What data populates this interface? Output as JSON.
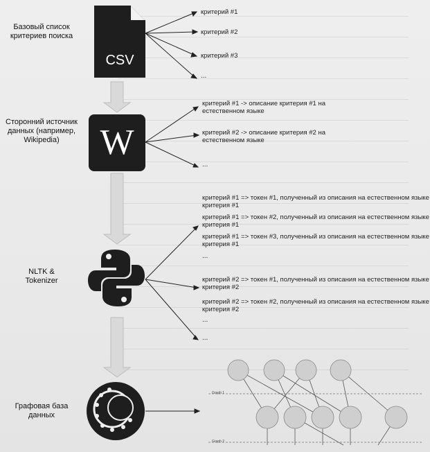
{
  "labels": {
    "csv": "Базовый список критериев поиска",
    "wiki": "Сторонний источник данных (например, Wikipedia)",
    "nltk": "NLTK & Tokenizer",
    "graph": "Графовая база данных"
  },
  "icons": {
    "csv_text": "CSV",
    "wiki_text": "W"
  },
  "csv_items": [
    "критерий #1",
    "критерий #2",
    "критерий #3",
    "..."
  ],
  "wiki_items": [
    "критерий #1 -> описание критерия #1 на естественном языке",
    "критерий #2 -> описание критерия #2 на естественном языке",
    "..."
  ],
  "nltk_items_group1": [
    "критерий #1 => токен #1, полученный из описания на естественном языке критерия #1",
    "критерий #1 => токен #2, полученный из описания на естественном языке критерия #1",
    "критерий #1 => токен #3, полученный из описания на естественном языке критерия #1",
    "..."
  ],
  "nltk_items_group2": [
    "критерий #2 => токен #1, полученный из описания на естественном языке критерия #2",
    "критерий #2 => токен #2, полученный из описания на естественном языке критерия #2",
    "..."
  ],
  "nltk_tail": "...",
  "graph_levels": [
    "Graph 1",
    "Graph 2"
  ],
  "colors": {
    "arrow_fill": "#d9d9d9",
    "icon_dark": "#1e1e1e",
    "node_fill": "#cfcfcf"
  }
}
